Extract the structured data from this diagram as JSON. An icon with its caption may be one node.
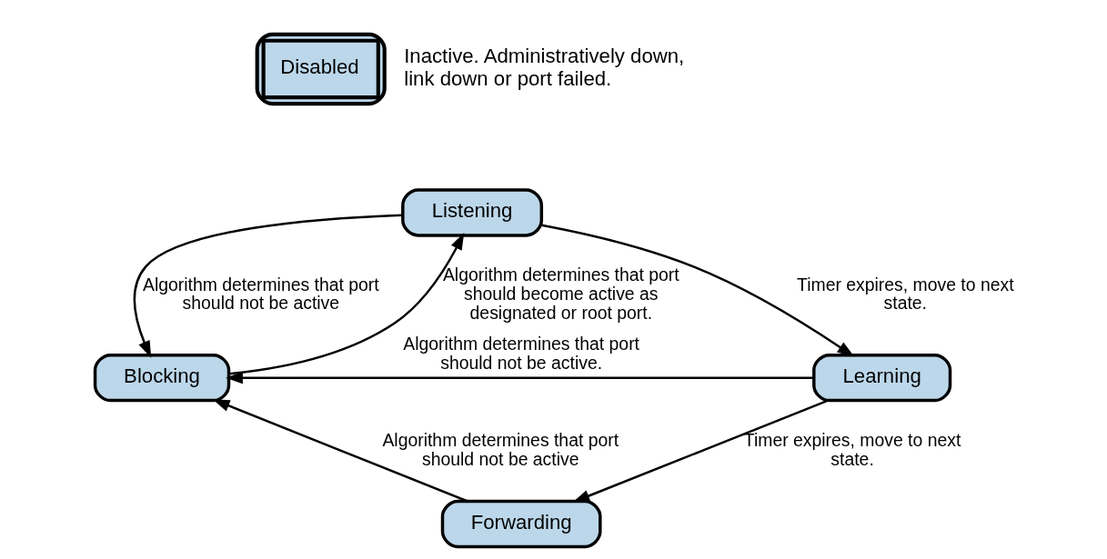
{
  "diagram": {
    "nodes": [
      {
        "text": [
          "Disabled"
        ],
        "beside": [
          "Inactive. Administratively down, link down or port failed."
        ]
      },
      {
        "text": [
          "Listening"
        ]
      },
      {
        "text": [
          "Blocking"
        ]
      },
      {
        "text": [
          "Learning"
        ]
      },
      {
        "text": [
          "Forwarding"
        ]
      }
    ],
    "edges": [
      {
        "from": 2,
        "to": 1,
        "arrow": "to",
        "label": "Algorithm determines that port should become active as designated or root port."
      },
      {
        "from": 1,
        "to": 3,
        "arrow": "to",
        "label": "Timer expires, move to next state."
      },
      {
        "from": 1,
        "to": 2,
        "arrow": "to",
        "label": "Algorithm determines that port should not be active"
      },
      {
        "from": 3,
        "to": 2,
        "arrow": "to",
        "label": "Algorithm determines that port should not be active."
      },
      {
        "from": 3,
        "to": 4,
        "arrow": "to",
        "label": "Timer expires, move to next state."
      },
      {
        "from": 4,
        "to": 2,
        "arrow": "to",
        "label": "Algorithm determines that port should not be active"
      }
    ]
  }
}
